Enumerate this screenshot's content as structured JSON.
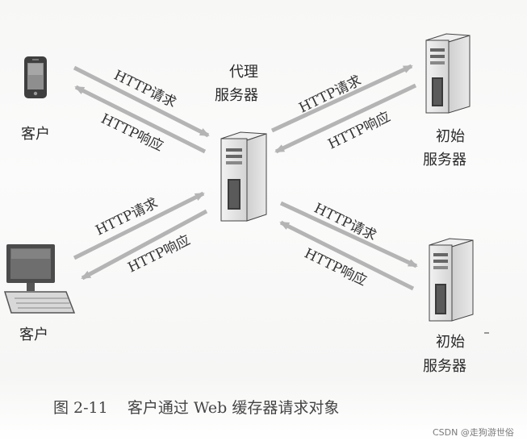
{
  "nodes": {
    "client_top": {
      "label": "客户",
      "icon": "smartphone-icon"
    },
    "client_bottom": {
      "label": "客户",
      "icon": "desktop-computer-icon"
    },
    "proxy": {
      "label_line1": "代理",
      "label_line2": "服务器",
      "icon": "server-tower-icon"
    },
    "origin_top": {
      "label_line1": "初始",
      "label_line2": "服务器",
      "icon": "server-tower-icon"
    },
    "origin_bottom": {
      "label_line1": "初始",
      "label_line2": "服务器",
      "icon": "server-tower-icon"
    }
  },
  "links": {
    "tl_request": "HTTP请求",
    "tl_response": "HTTP响应",
    "tr_request": "HTTP请求",
    "tr_response": "HTTP响应",
    "bl_request": "HTTP请求",
    "bl_response": "HTTP响应",
    "br_request": "HTTP请求",
    "br_response": "HTTP响应"
  },
  "caption": "图 2-11    客户通过 Web 缓存器请求对象",
  "watermark": "CSDN @走狗游世俗",
  "colors": {
    "arrow": "#b4b4b4",
    "device_dark": "#4a4a4a",
    "device_light": "#d9d9d9"
  }
}
